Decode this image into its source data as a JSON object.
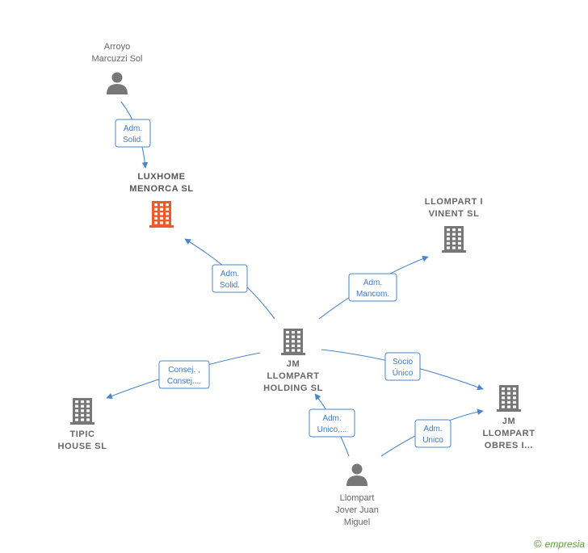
{
  "colors": {
    "person": "#777777",
    "company": "#777777",
    "focus": "#f05a2b",
    "edge": "#4a86c8"
  },
  "nodes": [
    {
      "id": "arroyo",
      "kind": "person",
      "label": [
        "Arroyo",
        "Marcuzzi Sol"
      ]
    },
    {
      "id": "luxhome",
      "kind": "focus",
      "label": [
        "LUXHOME",
        "MENORCA  SL"
      ]
    },
    {
      "id": "vinent",
      "kind": "company",
      "label": [
        "LLOMPART I",
        "VINENT  SL"
      ]
    },
    {
      "id": "holding",
      "kind": "company",
      "label": [
        "JM",
        "LLOMPART",
        "HOLDING  SL"
      ]
    },
    {
      "id": "tipic",
      "kind": "company",
      "label": [
        "TIPIC",
        "HOUSE  SL"
      ]
    },
    {
      "id": "obres",
      "kind": "company",
      "label": [
        "JM",
        "LLOMPART",
        "OBRES I..."
      ]
    },
    {
      "id": "llompart",
      "kind": "person",
      "label": [
        "Llompart",
        "Jover Juan",
        "Miguel"
      ]
    }
  ],
  "edges": [
    {
      "from": "arroyo",
      "to": "luxhome",
      "label": [
        "Adm.",
        "Solid."
      ]
    },
    {
      "from": "holding",
      "to": "luxhome",
      "label": [
        "Adm.",
        "Solid."
      ]
    },
    {
      "from": "holding",
      "to": "vinent",
      "label": [
        "Adm.",
        "Mancom."
      ]
    },
    {
      "from": "holding",
      "to": "tipic",
      "label": [
        "Consej. ,",
        "Consej...."
      ]
    },
    {
      "from": "holding",
      "to": "obres",
      "label": [
        "Socio",
        "Único"
      ]
    },
    {
      "from": "llompart",
      "to": "holding",
      "label": [
        "Adm.",
        "Unico,..."
      ]
    },
    {
      "from": "llompart",
      "to": "obres",
      "label": [
        "Adm.",
        "Unico"
      ]
    }
  ],
  "footer": {
    "copyright": "©",
    "brand": "empresia"
  }
}
